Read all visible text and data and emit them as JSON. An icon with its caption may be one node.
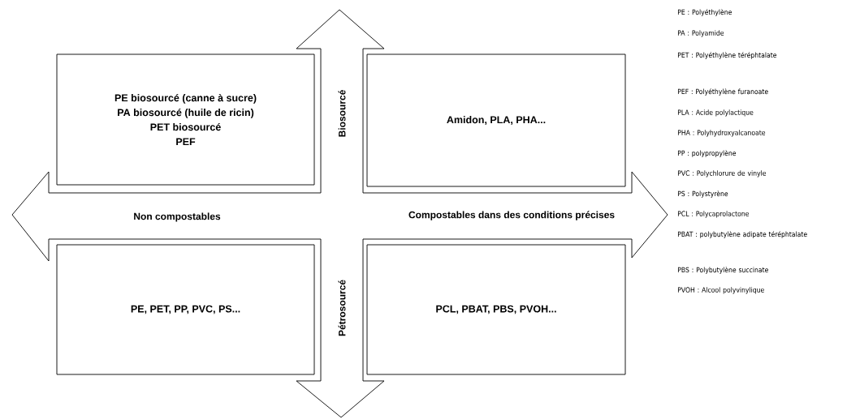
{
  "diagram": {
    "nodes": [
      {
        "text": [
          "PE biosourcé (canne à sucre)",
          "PA biosourcé (huile de ricin)",
          "PET biosourcé",
          "PEF"
        ]
      },
      {
        "text": [
          "Amidon, PLA, PHA..."
        ]
      },
      {
        "text": [
          "PE, PET, PP, PVC, PS..."
        ]
      },
      {
        "text": [
          "PCL, PBAT, PBS, PVOH..."
        ]
      }
    ],
    "labels": [
      "Biosourcé",
      "Non compostables",
      "Compostables dans des conditions précises",
      "Pétrosourcé",
      "PE : Polyéthylène",
      "PA : Polyamide",
      "PET : Polyéthylène téréphtalate",
      "PEF : Polyéthylène furanoate",
      "PLA : Acide polylactique",
      "PHA : Polyhydroxyalcanoate",
      "PP : polypropylène",
      "PVC : Polychlorure de vinyle",
      "PS : Polystyrène",
      "PCL : Polycaprolactone",
      "PBAT : polybutylène adipate téréphtalate",
      "PBS : Polybutylène succinate",
      "PVOH : Alcool polyvinylique"
    ]
  }
}
